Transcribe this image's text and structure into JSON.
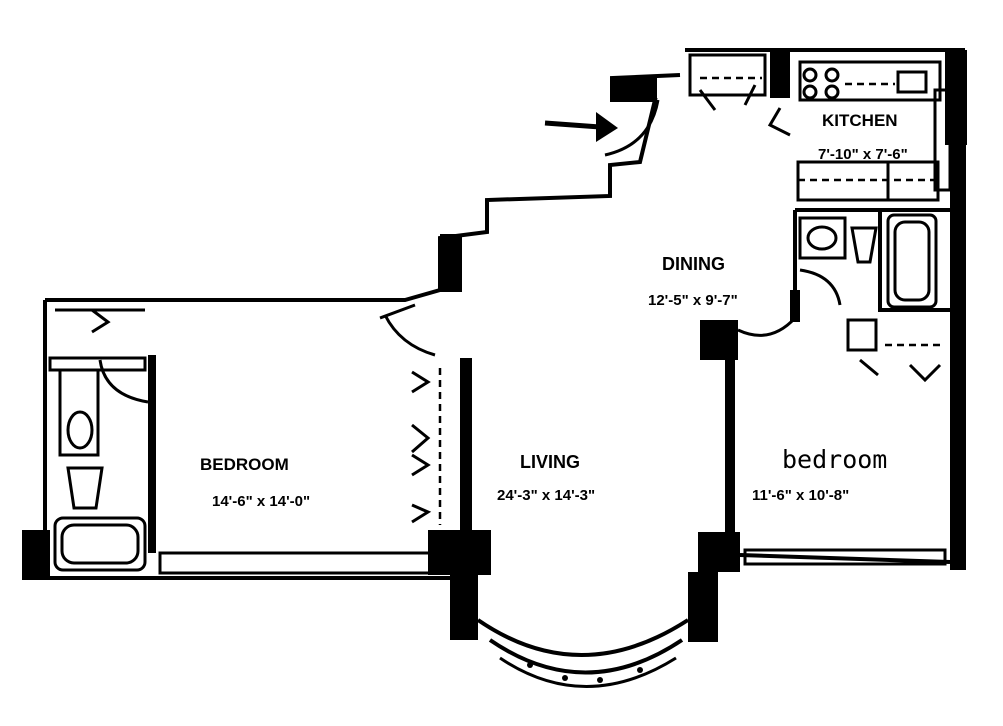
{
  "rooms": {
    "kitchen": {
      "name": "KITCHEN",
      "dims": "7'-10\" x 7'-6\""
    },
    "dining": {
      "name": "DINING",
      "dims": "12'-5\" x 9'-7\""
    },
    "living": {
      "name": "LIVING",
      "dims": "24'-3\" x 14'-3\""
    },
    "bedroom_master": {
      "name": "BEDROOM",
      "dims": "14'-6\" x 14'-0\""
    },
    "bedroom_second": {
      "name": "bedroom",
      "dims": "11'-6\" x 10'-8\""
    }
  },
  "icons": [
    "entry-arrow-icon",
    "door-swing-icon",
    "bathtub-icon",
    "toilet-icon",
    "sink-icon",
    "stove-icon",
    "closet-icon",
    "bay-window-icon"
  ]
}
